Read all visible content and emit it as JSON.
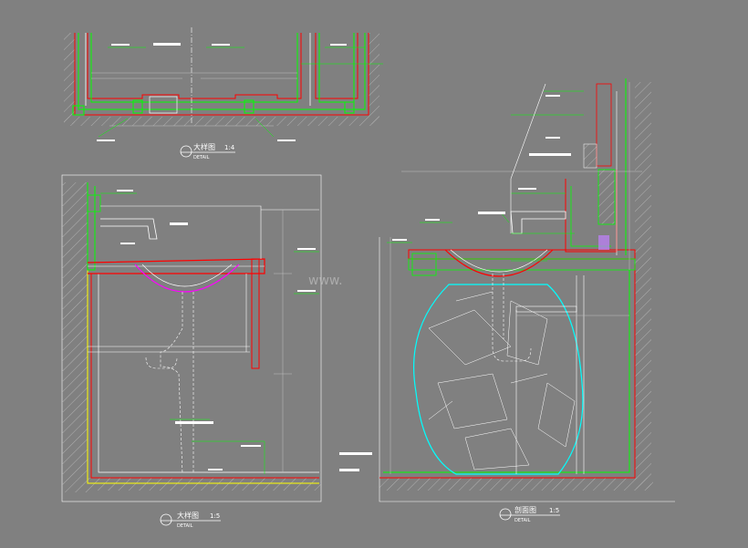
{
  "colors": {
    "background": "#808080",
    "wall_white": "#ffffff",
    "finish_green": "#00ff00",
    "hatch_red": "#ff0000",
    "stone_cyan": "#00ffff",
    "skirting_yellow": "#ffff00",
    "basin_magenta": "#ff00ff",
    "dim_grey": "#c0c0c0"
  },
  "watermark": "www.",
  "details": [
    {
      "id": "plan",
      "title": "大样图",
      "scale": "1:4",
      "sub": "DETAIL"
    },
    {
      "id": "section_left",
      "title": "大样图",
      "scale": "1:5",
      "sub": "DETAIL"
    },
    {
      "id": "section_right",
      "title": "剖面图",
      "scale": "1:5",
      "sub": "DETAIL"
    }
  ]
}
